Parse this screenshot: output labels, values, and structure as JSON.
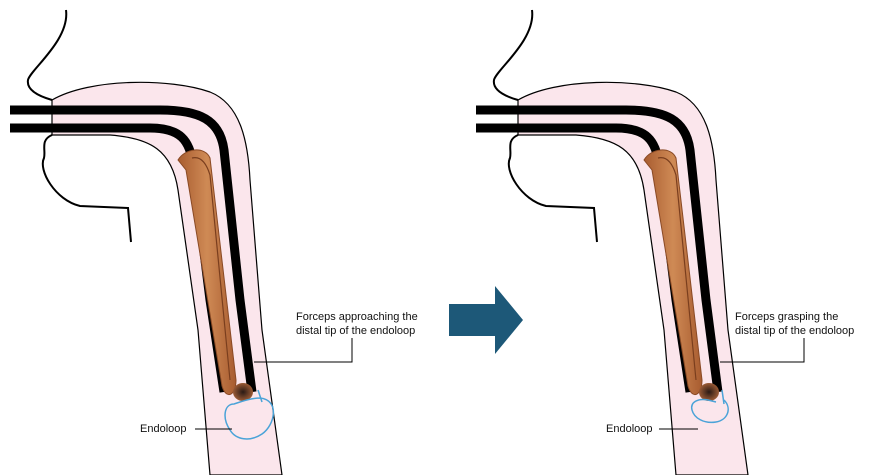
{
  "panels": [
    {
      "callout": "Forceps approaching the distal tip of the endoloop",
      "loop_label": "Endoloop"
    },
    {
      "callout": "Forceps grasping the distal tip of the endoloop",
      "loop_label": "Endoloop"
    }
  ],
  "colors": {
    "throat_fill": "#fbe6ec",
    "tube": "#000000",
    "forceps_sheath": "#b86a3c",
    "forceps_core": "#c9834e",
    "forceps_tip": "#3b2a22",
    "loop": "#4aa3d8",
    "arrow": "#1d5878",
    "outline": "#000000"
  },
  "icons": {
    "arrow": "right-arrow-icon"
  }
}
